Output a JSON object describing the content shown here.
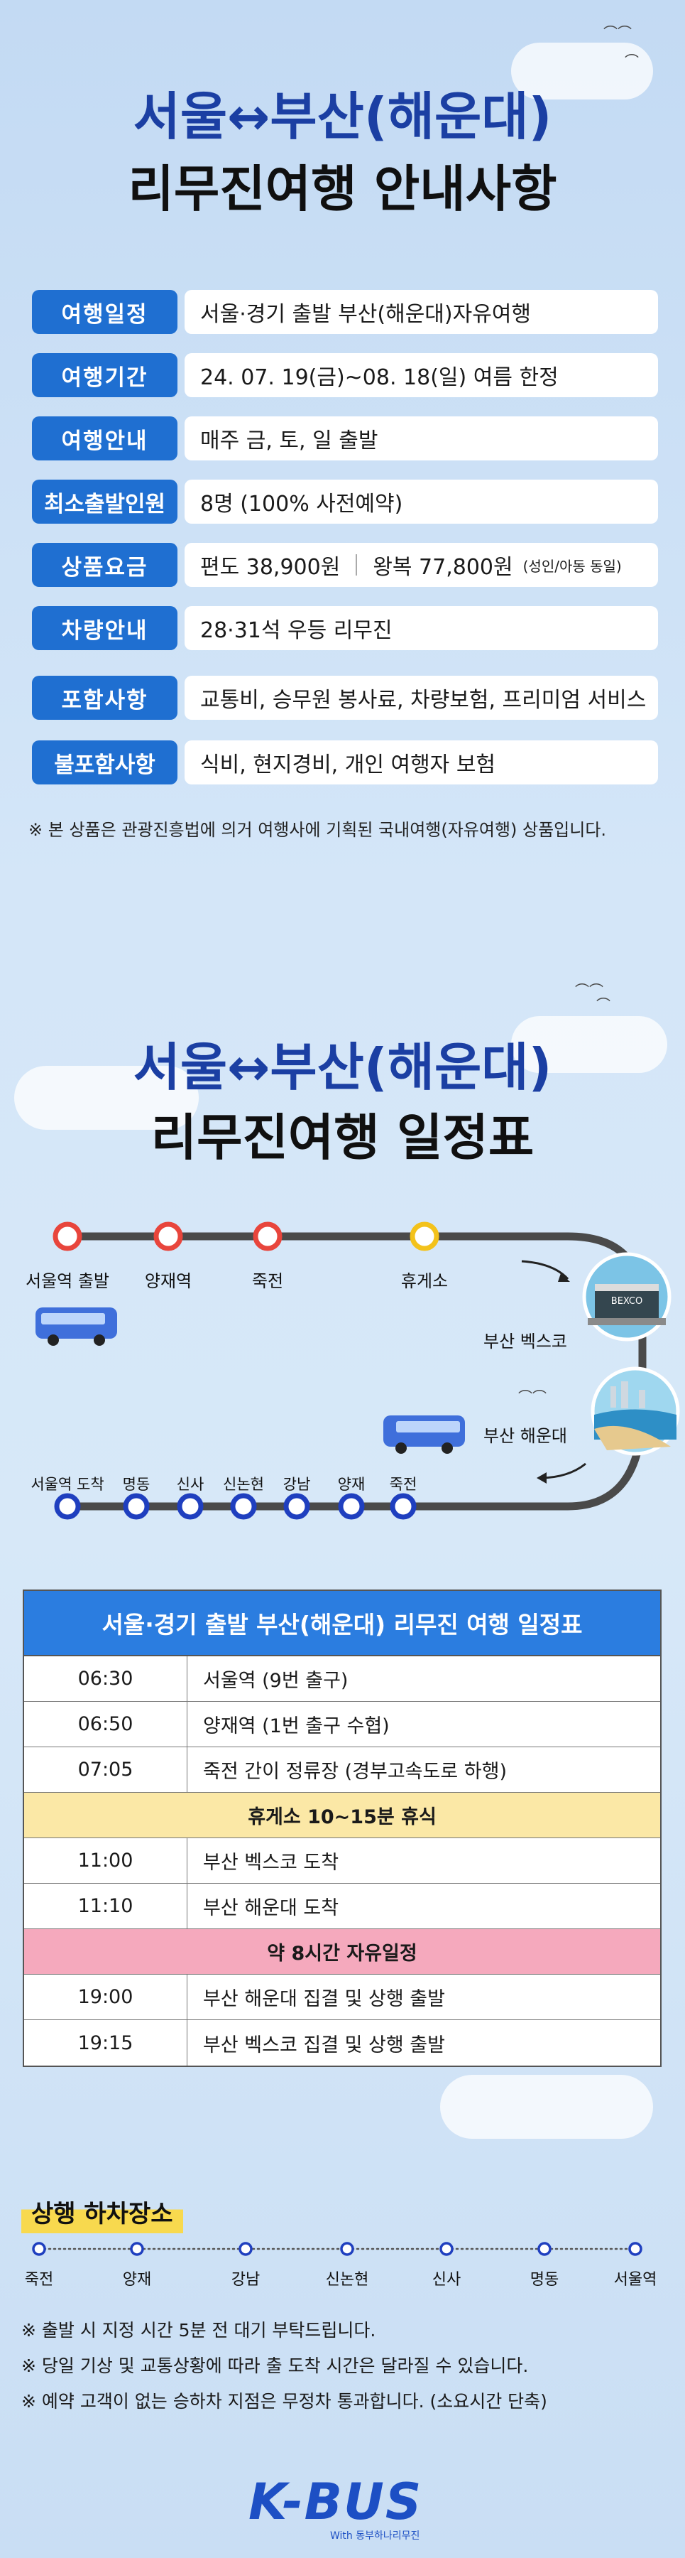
{
  "section1": {
    "title_line1": "서울↔부산(해운대)",
    "title_line2": "리무진여행 안내사항",
    "rows": [
      {
        "label": "여행일정",
        "value": "서울·경기 출발 부산(해운대)자유여행"
      },
      {
        "label": "여행기간",
        "value": "24. 07. 19(금)~08. 18(일) 여름 한정"
      },
      {
        "label": "여행안내",
        "value": "매주 금, 토, 일 출발"
      },
      {
        "label": "최소출발인원",
        "value": "8명 (100% 사전예약)"
      },
      {
        "label": "상품요금",
        "value_one_way": "편도 38,900원",
        "value_round": "왕복 77,800원",
        "value_note": "(성인/아동 동일)"
      },
      {
        "label": "차량안내",
        "value": "28·31석 우등 리무진"
      },
      {
        "label": "포함사항",
        "value": "교통비, 승무원 봉사료, 차량보험, 프리미엄 서비스"
      },
      {
        "label": "불포함사항",
        "value": "식비, 현지경비, 개인 여행자 보험"
      }
    ],
    "note": "※ 본 상품은 관광진흥법에 의거 여행사에 기획된 국내여행(자유여행) 상품입니다."
  },
  "section2": {
    "title_line1": "서울↔부산(해운대)",
    "title_line2": "리무진여행 일정표",
    "outbound_stops": [
      "서울역 출발",
      "양재역",
      "죽전",
      "휴게소"
    ],
    "busan_stops": [
      "부산 벡스코",
      "부산 해운대"
    ],
    "inbound_stops": [
      "서울역 도착",
      "명동",
      "신사",
      "신논현",
      "강남",
      "양재",
      "죽전"
    ],
    "bexco_sign": "BEXCO",
    "colors": {
      "route_line": "#4a4a4a",
      "stop_red": "#e8453c",
      "stop_yellow": "#f3c21b",
      "stop_blue": "#1f3fbf"
    }
  },
  "schedule": {
    "title": "서울·경기 출발 부산(해운대) 리무진 여행 일정표",
    "rows": [
      {
        "type": "row",
        "time": "06:30",
        "desc": "서울역 (9번 출구)"
      },
      {
        "type": "row",
        "time": "06:50",
        "desc": "양재역 (1번 출구 수협)"
      },
      {
        "type": "row",
        "time": "07:05",
        "desc": "죽전 간이 정류장 (경부고속도로 하행)"
      },
      {
        "type": "band",
        "text": "휴게소 10~15분 휴식",
        "color": "#fbe8a6"
      },
      {
        "type": "row",
        "time": "11:00",
        "desc": "부산 벡스코 도착"
      },
      {
        "type": "row",
        "time": "11:10",
        "desc": "부산 해운대 도착"
      },
      {
        "type": "band",
        "text": "약 8시간 자유일정",
        "color": "#f5a9bd"
      },
      {
        "type": "row",
        "time": "19:00",
        "desc": "부산 해운대 집결 및 상행 출발"
      },
      {
        "type": "row",
        "time": "19:15",
        "desc": "부산 벡스코 집결 및 상행 출발"
      }
    ]
  },
  "return": {
    "title": "상행 하차장소",
    "stops": [
      "죽전",
      "양재",
      "강남",
      "신논현",
      "신사",
      "명동",
      "서울역"
    ]
  },
  "footnotes": [
    "※ 출발 시 지정 시간 5분 전 대기 부탁드립니다.",
    "※ 당일 기상 및 교통상황에 따라 출 도착 시간은 달라질 수 있습니다.",
    "※ 예약 고객이 없는 승하차 지점은 무정차 통과합니다. (소요시간 단축)"
  ],
  "logo": {
    "text": "K-BUS",
    "sub": "With 동부하나리무진"
  }
}
